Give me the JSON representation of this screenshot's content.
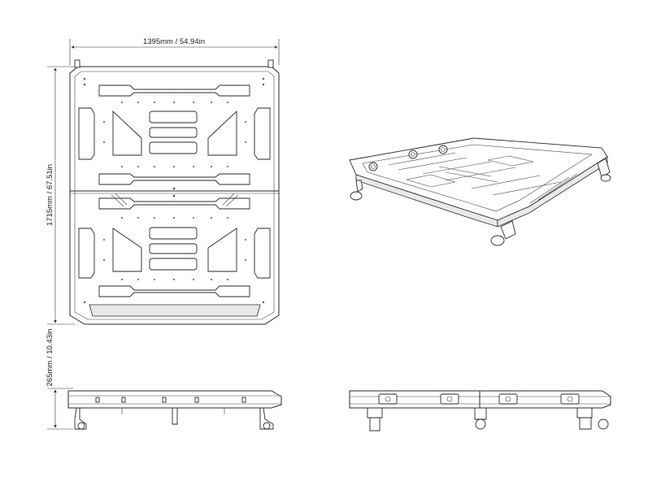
{
  "dimensions": {
    "width": "1395mm / 54.94in",
    "length": "1715mm / 67.51in",
    "height": "265mm / 10.43in"
  },
  "colors": {
    "line": "#2a2a2a",
    "background": "#ffffff"
  }
}
